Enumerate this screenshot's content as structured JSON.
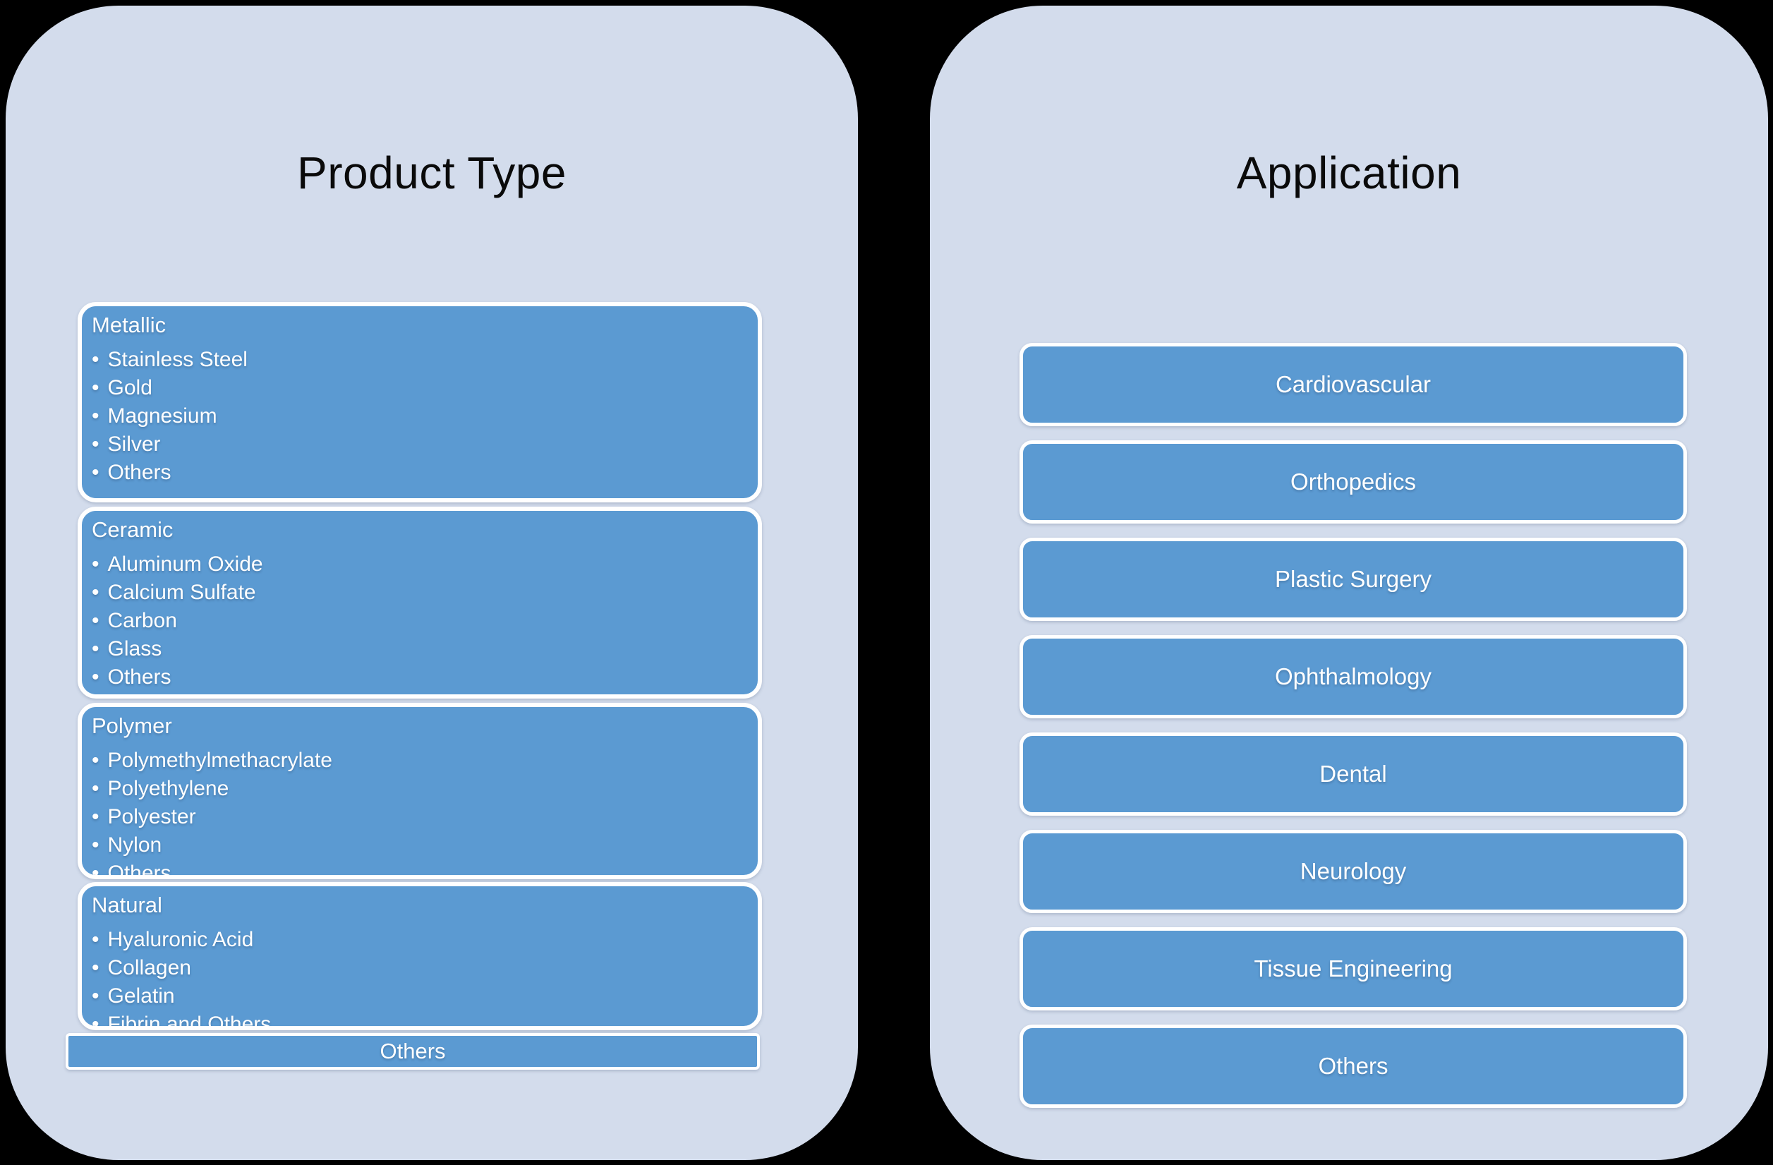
{
  "product_type": {
    "title": "Product Type",
    "bullet_char": "•",
    "footer_label": "Others",
    "categories": [
      {
        "name": "Metallic",
        "items": [
          "Stainless Steel",
          "Gold",
          "Magnesium",
          "Silver",
          "Others"
        ]
      },
      {
        "name": "Ceramic",
        "items": [
          "Aluminum Oxide",
          "Calcium Sulfate",
          "Carbon",
          "Glass",
          "Others"
        ]
      },
      {
        "name": "Polymer",
        "items": [
          "Polymethylmethacrylate",
          "Polyethylene",
          "Polyester",
          "Nylon",
          "Others"
        ]
      },
      {
        "name": "Natural",
        "items": [
          "Hyaluronic Acid",
          "Collagen",
          "Gelatin",
          "Fibrin and Others"
        ]
      }
    ]
  },
  "application": {
    "title": "Application",
    "items": [
      "Cardiovascular",
      "Orthopedics",
      "Plastic Surgery",
      "Ophthalmology",
      "Dental",
      "Neurology",
      "Tissue Engineering",
      "Others"
    ]
  },
  "colors": {
    "background": "#000000",
    "panel_background": "#D3DCEC",
    "box_fill": "#5B9AD2",
    "box_border": "#FFFFFF",
    "title_text": "#0A0A0A",
    "box_text": "#FFFFFF"
  }
}
